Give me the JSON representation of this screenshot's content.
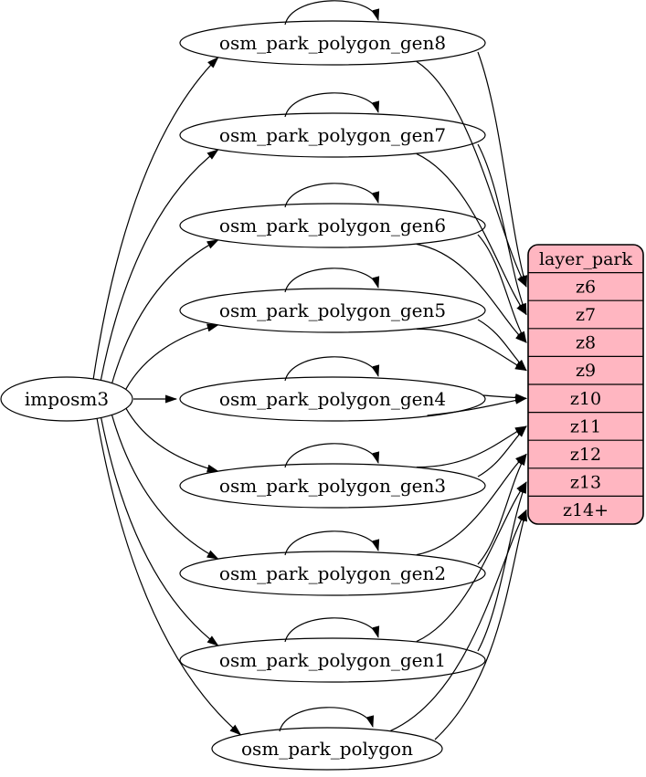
{
  "diagram": {
    "source_node": {
      "id": "imposm3",
      "label": "imposm3"
    },
    "table_nodes": [
      {
        "id": "osm_park_polygon_gen8",
        "label": "osm_park_polygon_gen8",
        "target_zoom": "z6"
      },
      {
        "id": "osm_park_polygon_gen7",
        "label": "osm_park_polygon_gen7",
        "target_zoom": "z7"
      },
      {
        "id": "osm_park_polygon_gen6",
        "label": "osm_park_polygon_gen6",
        "target_zoom": "z8"
      },
      {
        "id": "osm_park_polygon_gen5",
        "label": "osm_park_polygon_gen5",
        "target_zoom": "z9"
      },
      {
        "id": "osm_park_polygon_gen4",
        "label": "osm_park_polygon_gen4",
        "target_zoom": "z10"
      },
      {
        "id": "osm_park_polygon_gen3",
        "label": "osm_park_polygon_gen3",
        "target_zoom": "z11"
      },
      {
        "id": "osm_park_polygon_gen2",
        "label": "osm_park_polygon_gen2",
        "target_zoom": "z12"
      },
      {
        "id": "osm_park_polygon_gen1",
        "label": "osm_park_polygon_gen1",
        "target_zoom": "z13"
      },
      {
        "id": "osm_park_polygon",
        "label": "osm_park_polygon",
        "target_zoom": "z14+"
      }
    ],
    "layer_table": {
      "id": "layer_park",
      "title": "layer_park",
      "rows": [
        "z6",
        "z7",
        "z8",
        "z9",
        "z10",
        "z11",
        "z12",
        "z13",
        "z14+"
      ]
    },
    "edges": {
      "from_source": [
        "osm_park_polygon_gen8",
        "osm_park_polygon_gen7",
        "osm_park_polygon_gen6",
        "osm_park_polygon_gen5",
        "osm_park_polygon_gen4",
        "osm_park_polygon_gen3",
        "osm_park_polygon_gen2",
        "osm_park_polygon_gen1",
        "osm_park_polygon"
      ],
      "self_loops": [
        "osm_park_polygon_gen8",
        "osm_park_polygon_gen7",
        "osm_park_polygon_gen6",
        "osm_park_polygon_gen5",
        "osm_park_polygon_gen4",
        "osm_park_polygon_gen3",
        "osm_park_polygon_gen2",
        "osm_park_polygon_gen1",
        "osm_park_polygon"
      ],
      "to_layer": [
        {
          "from": "osm_park_polygon_gen8",
          "to": "z6",
          "count": 2
        },
        {
          "from": "osm_park_polygon_gen7",
          "to": "z7",
          "count": 2
        },
        {
          "from": "osm_park_polygon_gen6",
          "to": "z8",
          "count": 2
        },
        {
          "from": "osm_park_polygon_gen5",
          "to": "z9",
          "count": 2
        },
        {
          "from": "osm_park_polygon_gen4",
          "to": "z10",
          "count": 2
        },
        {
          "from": "osm_park_polygon_gen3",
          "to": "z11",
          "count": 2
        },
        {
          "from": "osm_park_polygon_gen2",
          "to": "z12",
          "count": 2
        },
        {
          "from": "osm_park_polygon_gen1",
          "to": "z13",
          "count": 2
        },
        {
          "from": "osm_park_polygon",
          "to": "z14+",
          "count": 2
        }
      ]
    },
    "colors": {
      "node_fill": "#ffffff",
      "layer_fill": "#ffb6c1",
      "stroke": "#000000",
      "text": "#000000"
    }
  }
}
